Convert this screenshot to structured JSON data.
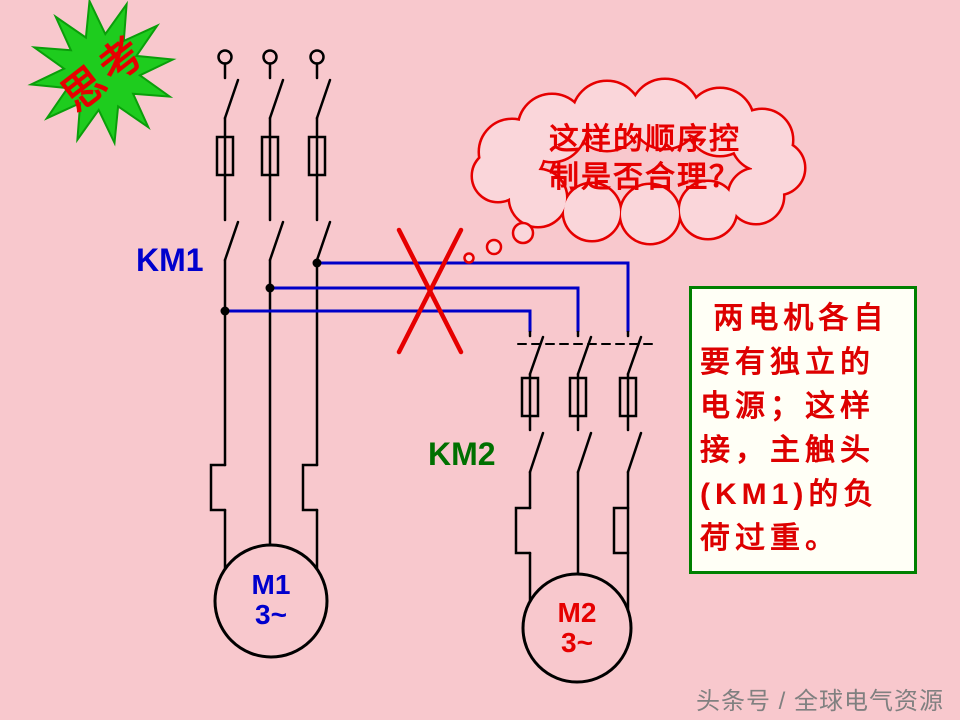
{
  "slide": {
    "background_color": "#F8C8CD"
  },
  "starburst": {
    "text": "思考",
    "fill_color": "#1ECC1E",
    "text_color": "#E60000"
  },
  "thought_bubble": {
    "lines": [
      "这样的顺序控",
      "制是否合理？"
    ],
    "text_color": "#E60000",
    "outline_color": "#E60000"
  },
  "circuit": {
    "km1_label": "KM1",
    "km2_label": "KM2",
    "motor1": {
      "name": "M1",
      "phase": "3~",
      "label_color": "#0000CD"
    },
    "motor2": {
      "name": "M2",
      "phase": "3~",
      "label_color": "#E60000"
    },
    "wire_blue_color": "#0000C8",
    "error_cross_color": "#E60000"
  },
  "infobox": {
    "lines": [
      " 两电机各自",
      "要有独立的",
      "电源；这样",
      "接，主触头",
      "(KM1)的负",
      "荷过重。"
    ],
    "text_color": "#DD0000",
    "border_color": "#008000",
    "background_color": "#FFFFF6"
  },
  "watermark": {
    "text": "头条号 / 全球电气资源"
  }
}
